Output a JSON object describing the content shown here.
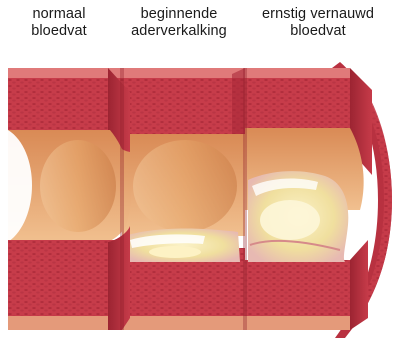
{
  "labels": {
    "normal": {
      "line1": "normaal",
      "line2": "bloedvat"
    },
    "beginning": {
      "line1": "beginnende",
      "line2": "aderverkalking"
    },
    "severe": {
      "line1": "ernstig vernauwd",
      "line2": "bloedvat"
    }
  },
  "colors": {
    "tissue": "#c73c4a",
    "tissue_dark": "#8e1f2c",
    "tissue_light": "#e07a7a",
    "lumen": "#e6a66a",
    "lumen_dark": "#c97a44",
    "plaque": "#f2e8b0",
    "background": "#ffffff"
  }
}
